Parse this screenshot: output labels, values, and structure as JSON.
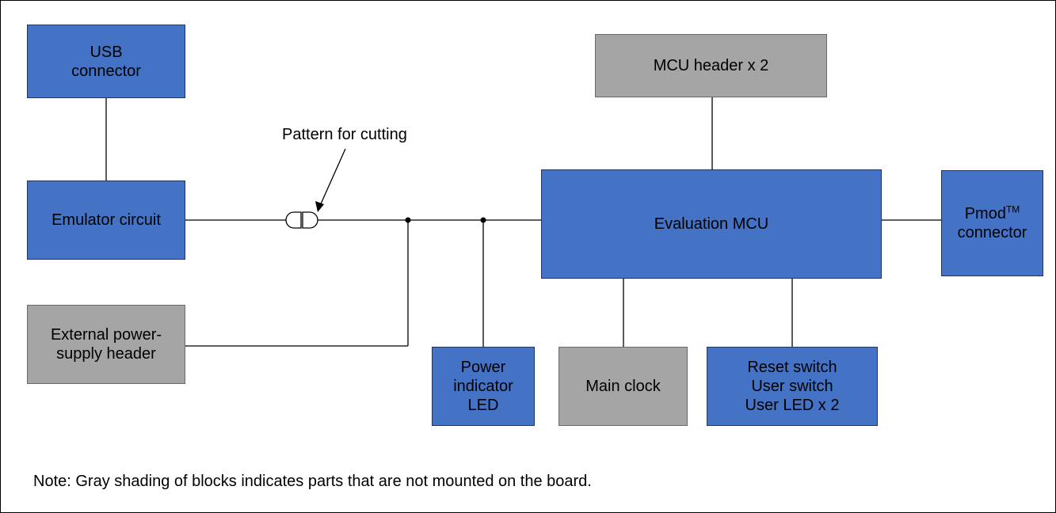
{
  "blocks": {
    "usb": "USB\nconnector",
    "emulator": "Emulator circuit",
    "ext_power": "External power-\nsupply header",
    "power_led": "Power\nindicator\nLED",
    "main_clock": "Main clock",
    "switches": "Reset switch\nUser switch\nUser LED x 2",
    "mcu_header": "MCU header x 2",
    "eval_mcu": "Evaluation MCU",
    "pmod_line1": "Pmod",
    "pmod_tm": "TM",
    "pmod_line2": "connector"
  },
  "labels": {
    "pattern": "Pattern for cutting",
    "note": "Note: Gray shading of blocks indicates parts that are not mounted on the board."
  },
  "colors": {
    "mounted": "#4472c4",
    "not_mounted": "#a5a5a5",
    "line": "#000000"
  }
}
